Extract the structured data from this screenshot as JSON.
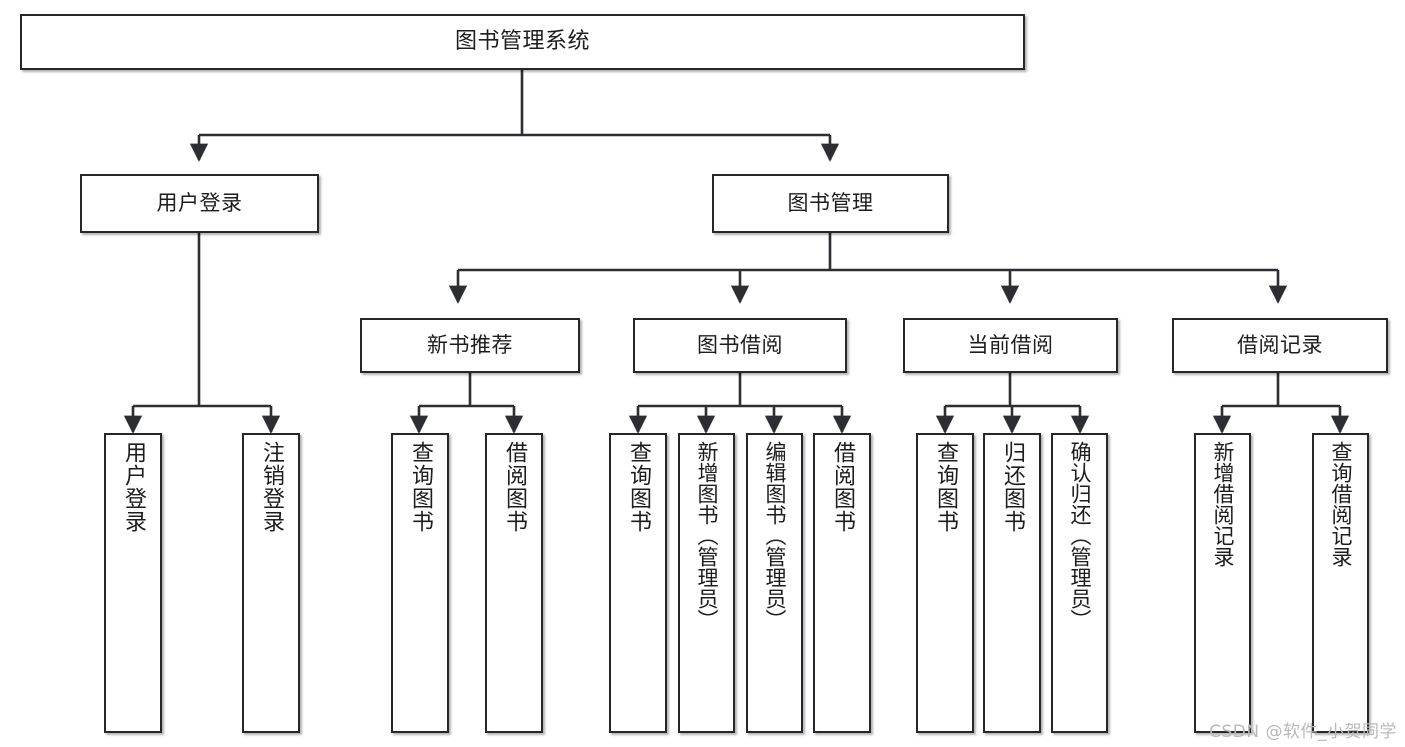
{
  "diagram": {
    "title": "图书管理系统",
    "type": "tree-hierarchy-chart",
    "root": {
      "label": "图书管理系统"
    },
    "level2": [
      {
        "label": "用户登录"
      },
      {
        "label": "图书管理"
      }
    ],
    "level3": [
      {
        "label": "新书推荐"
      },
      {
        "label": "图书借阅"
      },
      {
        "label": "当前借阅"
      },
      {
        "label": "借阅记录"
      }
    ],
    "leaves": {
      "user_login": [
        {
          "label": "用户登录"
        },
        {
          "label": "注销登录"
        }
      ],
      "new_book_recommend": [
        {
          "label": "查询图书"
        },
        {
          "label": "借阅图书"
        }
      ],
      "book_borrow": [
        {
          "label": "查询图书"
        },
        {
          "label": "新增图书（管理员）"
        },
        {
          "label": "编辑图书（管理员）"
        },
        {
          "label": "借阅图书"
        }
      ],
      "current_borrow": [
        {
          "label": "查询图书"
        },
        {
          "label": "归还图书"
        },
        {
          "label": "确认归还（管理员）"
        }
      ],
      "borrow_record": [
        {
          "label": "新增借阅记录"
        },
        {
          "label": "查询借阅记录"
        }
      ]
    }
  },
  "watermark": {
    "text": "CSDN @软件_小贺同学"
  },
  "colors": {
    "border": "#26272b",
    "text": "#1d1d1f",
    "background": "#ffffff",
    "watermark": "#b9b9bb"
  }
}
